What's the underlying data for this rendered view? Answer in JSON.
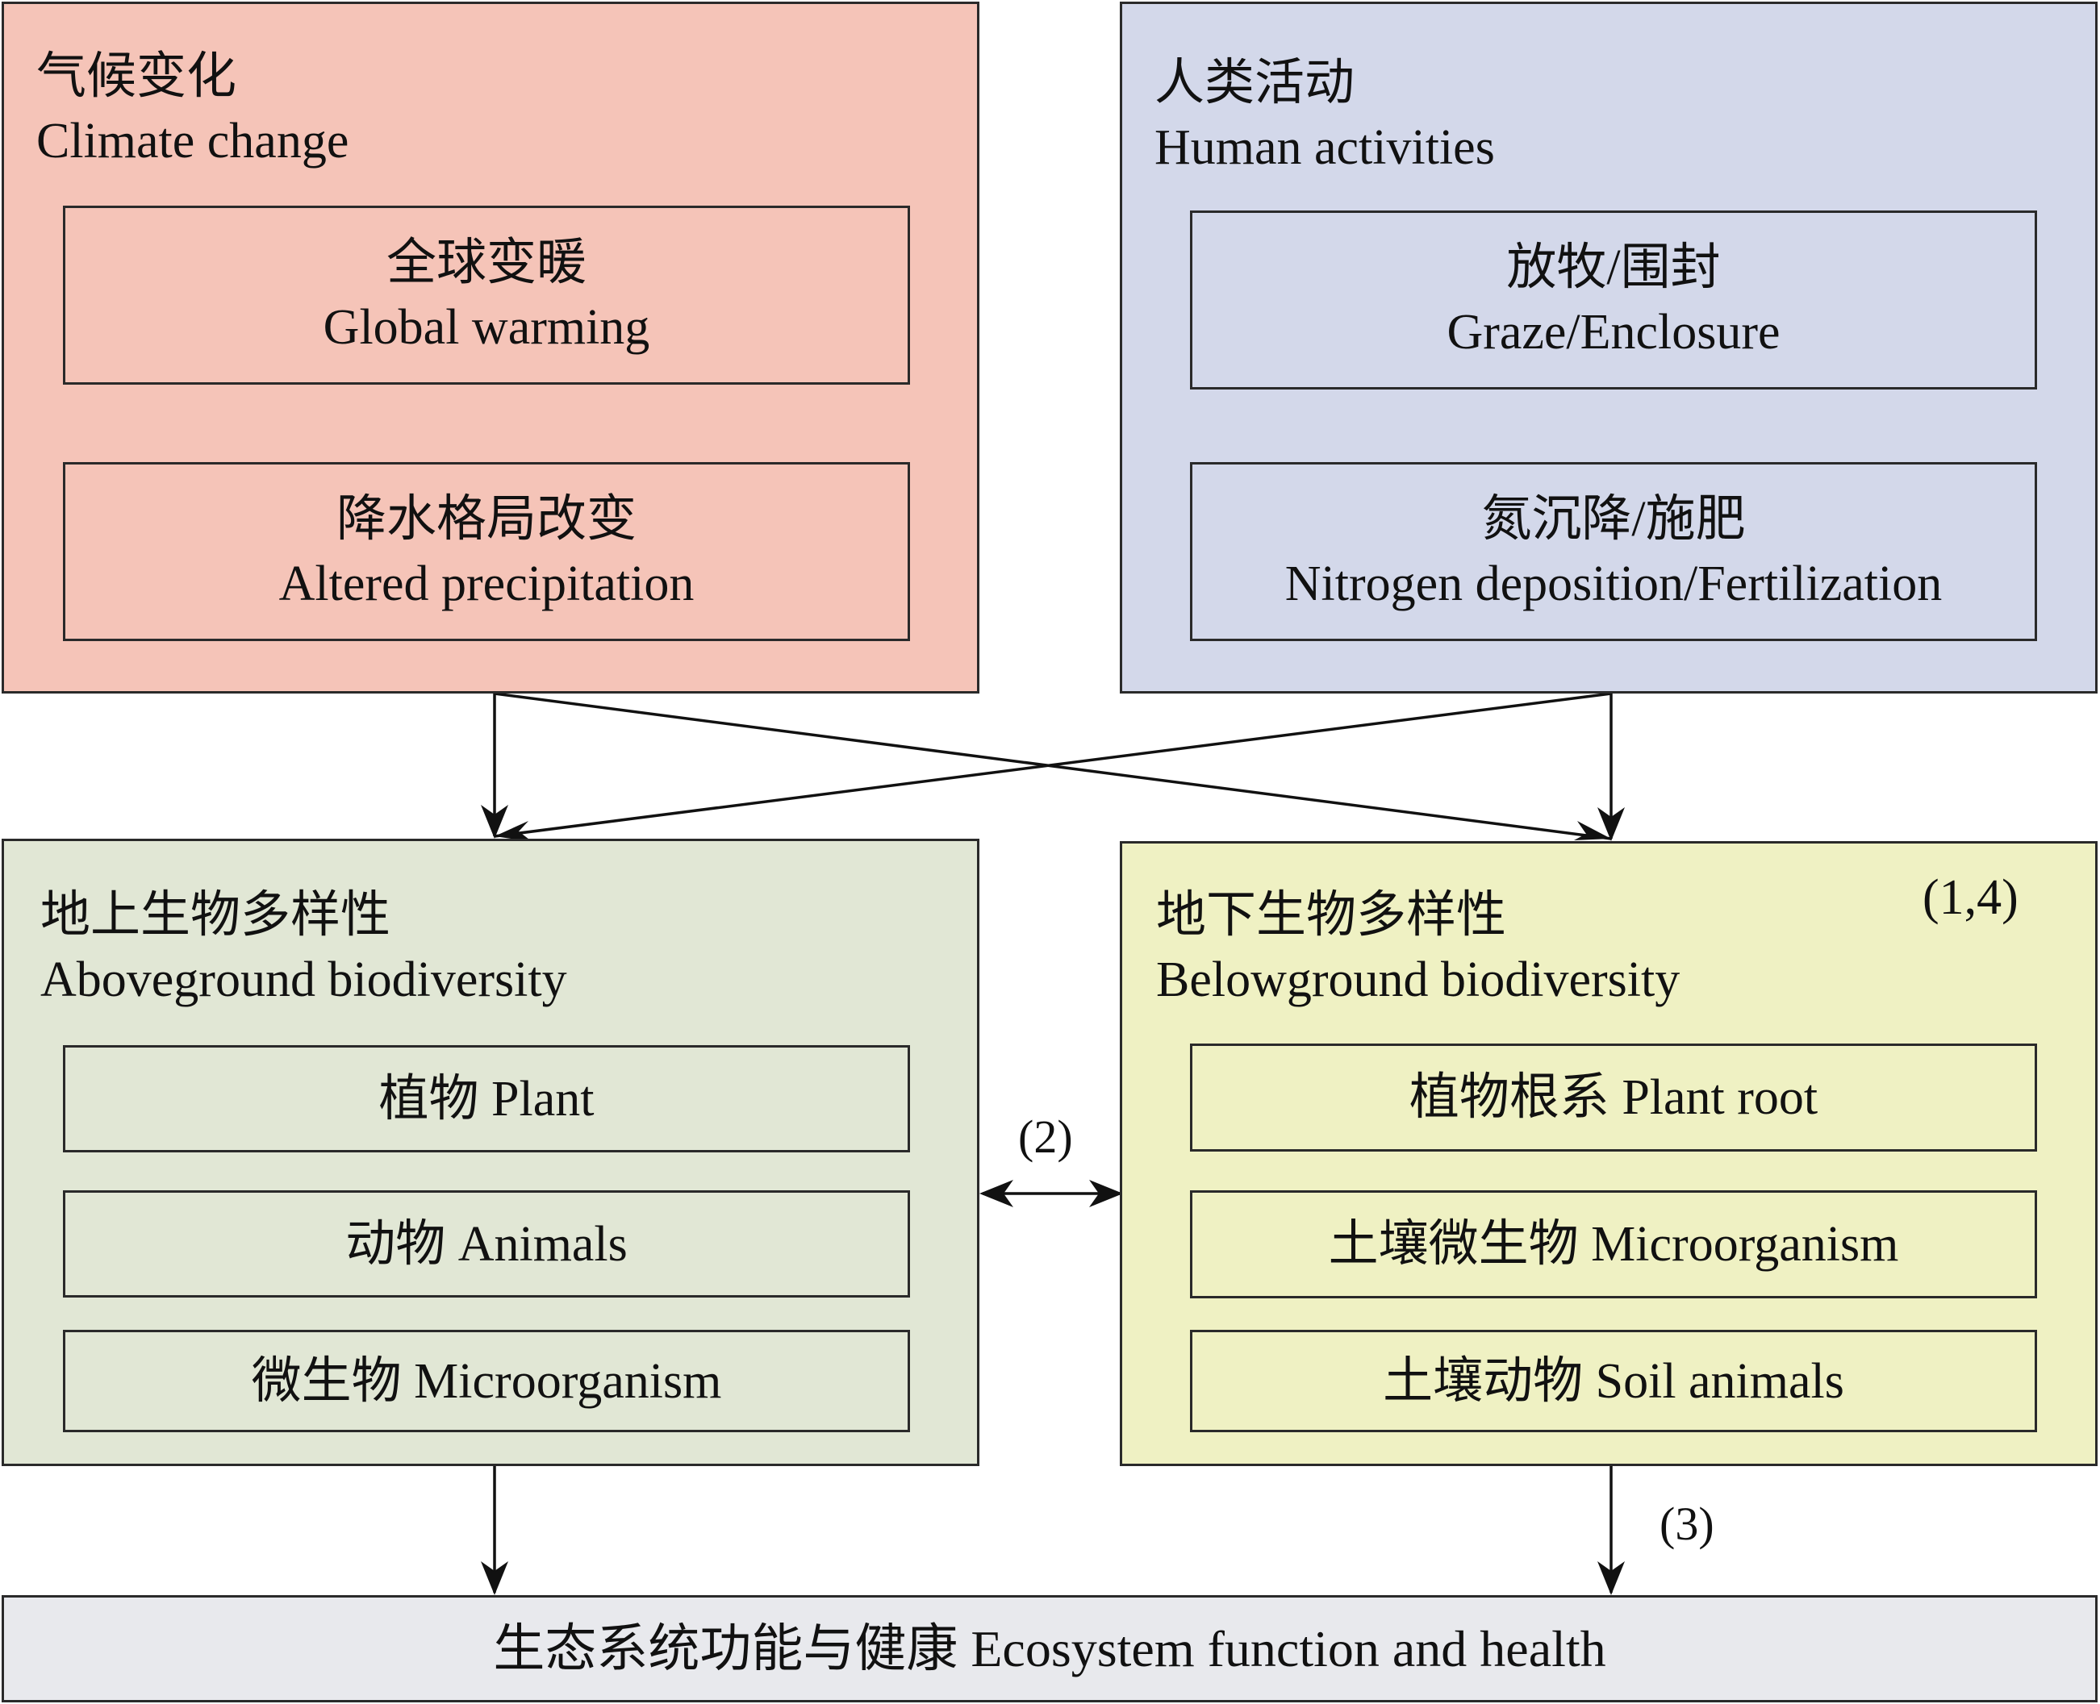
{
  "colors": {
    "climate_fill": "#f5c4b8",
    "human_fill": "#d3d8ea",
    "above_fill": "#e1e7d5",
    "below_fill": "#eff1c3",
    "ecosystem_fill": "#e8e9ed",
    "stroke": "#2a2a2a"
  },
  "climate": {
    "title_cn": "气候变化",
    "title_en": "Climate change",
    "items": [
      {
        "cn": "全球变暖",
        "en": "Global warming"
      },
      {
        "cn": "降水格局改变",
        "en": "Altered precipitation"
      }
    ]
  },
  "human": {
    "title_cn": "人类活动",
    "title_en": "Human activities",
    "items": [
      {
        "cn": "放牧/围封",
        "en": "Graze/Enclosure"
      },
      {
        "cn": "氮沉降/施肥",
        "en": "Nitrogen deposition/Fertilization"
      }
    ]
  },
  "above": {
    "title_cn": "地上生物多样性",
    "title_en": "Aboveground biodiversity",
    "items": [
      "植物 Plant",
      "动物 Animals",
      "微生物 Microorganism"
    ]
  },
  "below": {
    "title_cn": "地下生物多样性",
    "title_en": "Belowground biodiversity",
    "tag": "(1,4)",
    "items": [
      "植物根系 Plant root",
      "土壤微生物 Microorganism",
      "土壤动物 Soil animals"
    ]
  },
  "ecosystem": {
    "label": "生态系统功能与健康 Ecosystem function and health"
  },
  "links": {
    "interaction_label": "(2)",
    "below_to_ecosystem_label": "(3)"
  }
}
